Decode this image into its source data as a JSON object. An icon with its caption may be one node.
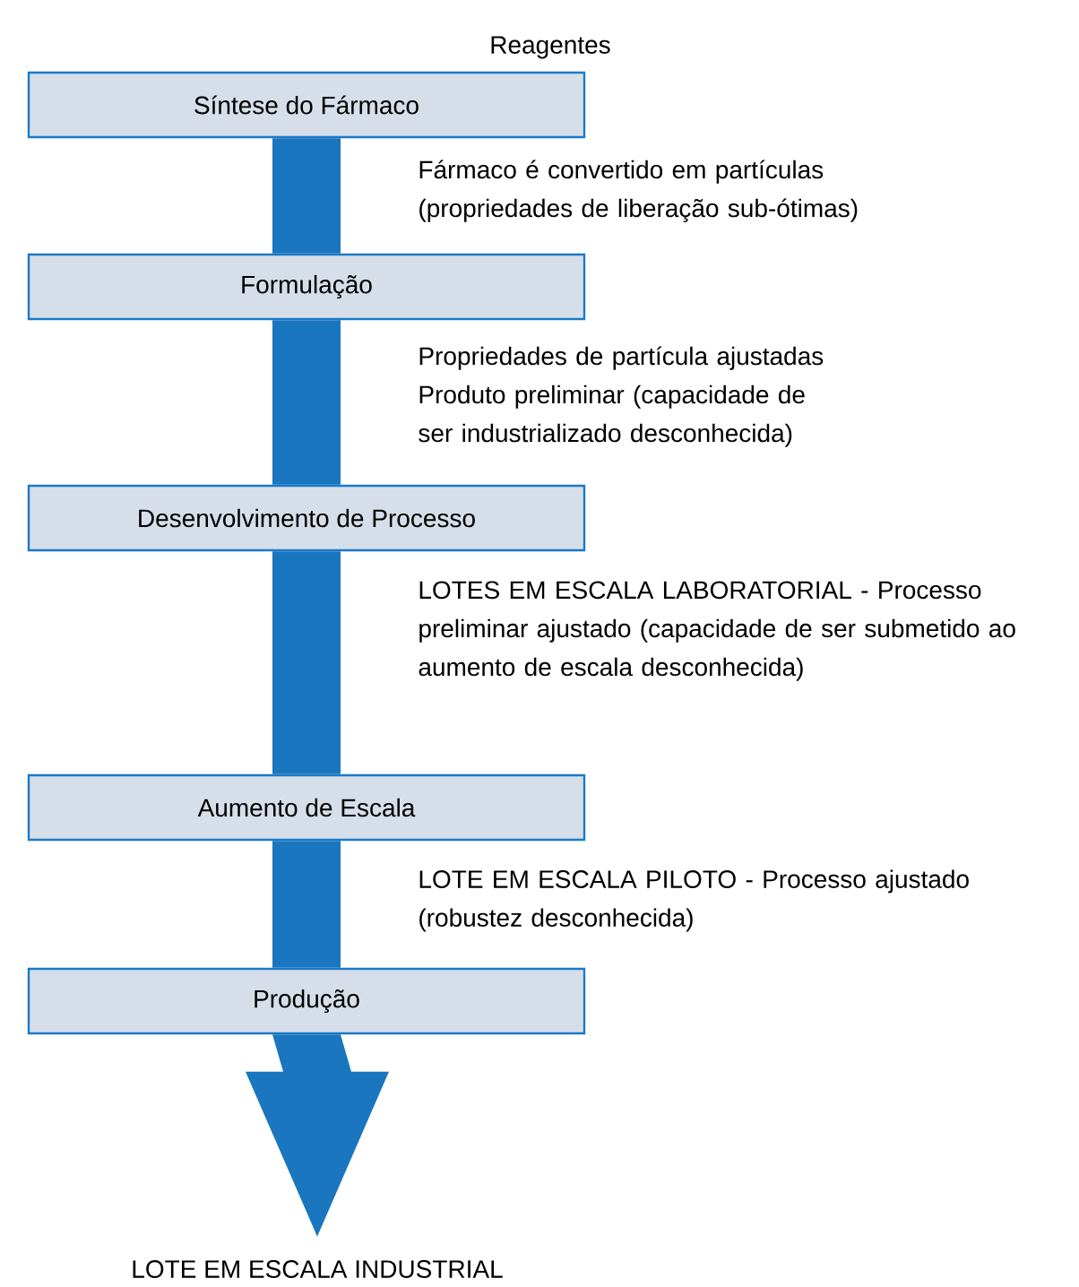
{
  "diagram": {
    "nodes": [
      {
        "text": [
          "Síntese do Fármaco"
        ]
      },
      {
        "text": [
          "Formulação"
        ]
      },
      {
        "text": [
          "Desenvolvimento de Processo"
        ]
      },
      {
        "text": [
          "Aumento de Escala"
        ]
      },
      {
        "text": [
          "Produção"
        ]
      },
      {
        "text": [
          "LOTE EM ESCALA INDUSTRIAL"
        ]
      }
    ],
    "edges": [
      {
        "from": 0,
        "to": 1,
        "arrow": "none"
      },
      {
        "from": 1,
        "to": 2,
        "arrow": "none"
      },
      {
        "from": 2,
        "to": 3,
        "arrow": "none"
      },
      {
        "from": 3,
        "to": 4,
        "arrow": "none"
      },
      {
        "from": 4,
        "to": 5,
        "arrow": "to"
      }
    ],
    "labels": [
      "Reagentes",
      "Fármaco é convertido em partículas (propriedades de liberação sub-ótimas)",
      "Propriedades de partícula ajustadas Produto preliminar (capacidade de ser industrializado desconhecida)",
      "LOTES EM ESCALA LABORATORIAL - Processo preliminar ajustado (capacidade de ser submetido ao aumento de escala desconhecida)",
      "LOTE EM ESCALA PILOTO - Processo ajustado (robustez desconhecida)"
    ]
  }
}
